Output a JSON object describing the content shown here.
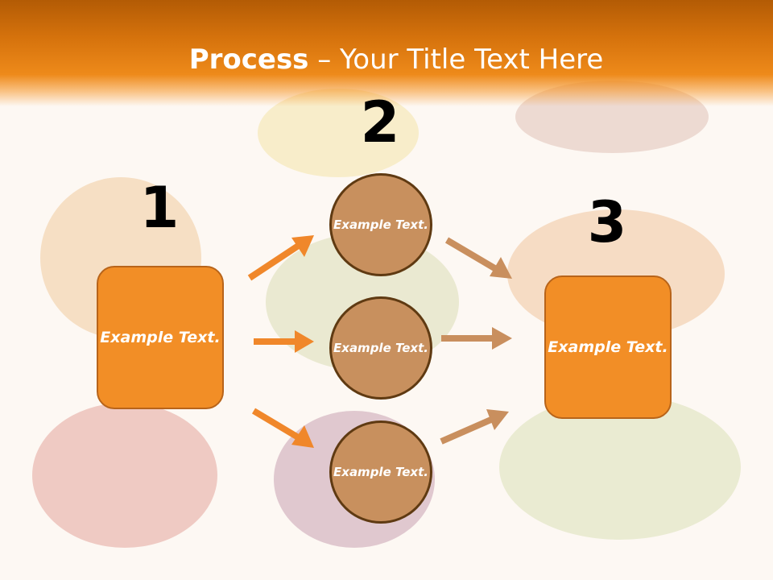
{
  "slide": {
    "title_bold": "Process",
    "title_rest": " – Your Title Text Here"
  },
  "steps": [
    {
      "number": "1",
      "label": "Example Text."
    },
    {
      "number": "2"
    },
    {
      "number": "3",
      "label": "Example Text."
    }
  ],
  "circles": [
    {
      "label": "Example Text."
    },
    {
      "label": "Example Text."
    },
    {
      "label": "Example Text."
    }
  ],
  "colors": {
    "header_orange": "#d5720c",
    "box_fill": "#f28e26",
    "circle_fill": "#c8905e",
    "circle_border": "#5f3a12",
    "arrow_left": "#f0872a",
    "arrow_right": "#c98f5e"
  }
}
